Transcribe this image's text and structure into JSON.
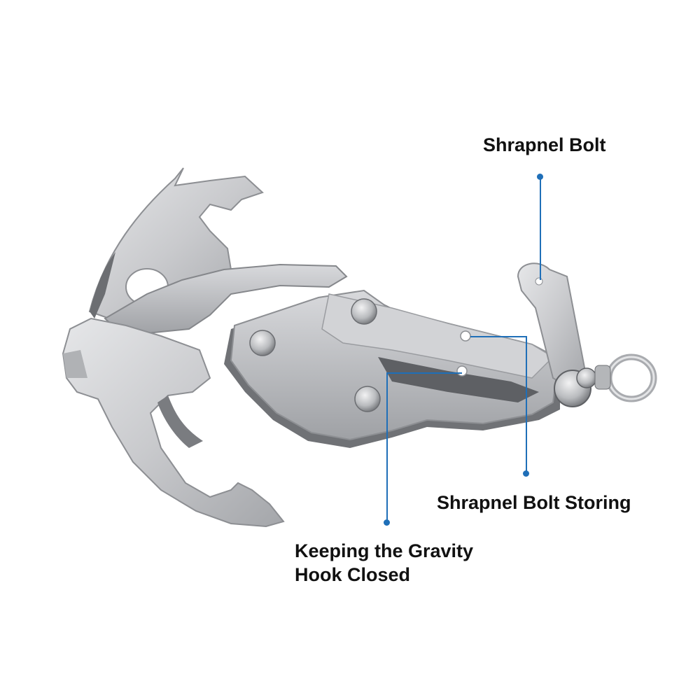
{
  "image": {
    "subject": "gravity-grappling-hook",
    "background_color": "#ffffff"
  },
  "colors": {
    "callout_line": "#1f6fb8",
    "metal_light": "#dcdcde",
    "metal_mid": "#bfc0c3",
    "metal_dark": "#8d8f93",
    "metal_shadow": "#55575b",
    "label_text": "#111111"
  },
  "callouts": [
    {
      "id": "shrapnel-bolt",
      "label": "Shrapnel Bolt"
    },
    {
      "id": "shrapnel-bolt-storing",
      "label": "Shrapnel Bolt Storing"
    },
    {
      "id": "keeping-closed",
      "label_line1": "Keeping the Gravity",
      "label_line2": "Hook Closed"
    }
  ]
}
